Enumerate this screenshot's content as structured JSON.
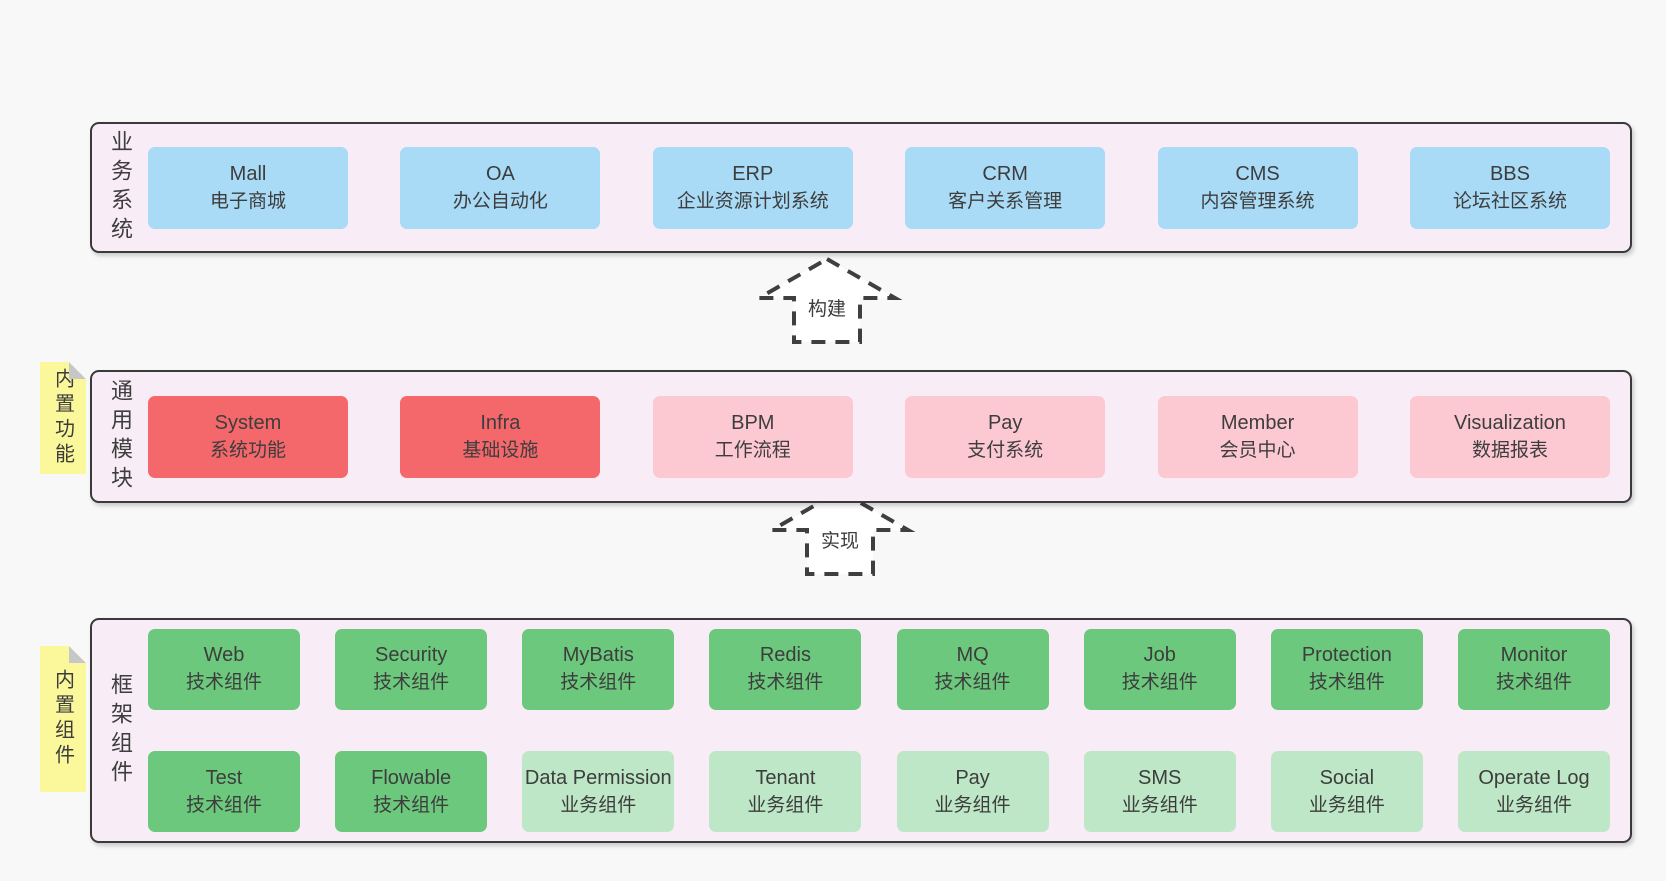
{
  "colors": {
    "page_bg": "#f8f8f8",
    "panel_bg": "#f8edf6",
    "panel_border": "#3a3a3a",
    "blue_box": "#a9dbf6",
    "red_box": "#f4686c",
    "pink_box": "#fcc9d3",
    "green_box": "#6cc87c",
    "light_green_box": "#bde7c6",
    "sticky_note": "#fbf89c",
    "text": "#3d3d3d"
  },
  "arrows": [
    {
      "label": "构建"
    },
    {
      "label": "实现"
    }
  ],
  "sections": [
    {
      "label": "业务系统",
      "boxes": [
        {
          "en": "Mall",
          "zh": "电子商城",
          "variant": "blue"
        },
        {
          "en": "OA",
          "zh": "办公自动化",
          "variant": "blue"
        },
        {
          "en": "ERP",
          "zh": "企业资源计划系统",
          "variant": "blue"
        },
        {
          "en": "CRM",
          "zh": "客户关系管理",
          "variant": "blue"
        },
        {
          "en": "CMS",
          "zh": "内容管理系统",
          "variant": "blue"
        },
        {
          "en": "BBS",
          "zh": "论坛社区系统",
          "variant": "blue"
        }
      ]
    },
    {
      "label": "通用模块",
      "note": "内置功能",
      "boxes": [
        {
          "en": "System",
          "zh": "系统功能",
          "variant": "red"
        },
        {
          "en": "Infra",
          "zh": "基础设施",
          "variant": "red"
        },
        {
          "en": "BPM",
          "zh": "工作流程",
          "variant": "pink"
        },
        {
          "en": "Pay",
          "zh": "支付系统",
          "variant": "pink"
        },
        {
          "en": "Member",
          "zh": "会员中心",
          "variant": "pink"
        },
        {
          "en": "Visualization",
          "zh": "数据报表",
          "variant": "pink"
        }
      ]
    },
    {
      "label": "框架组件",
      "note": "内置组件",
      "rows": [
        {
          "boxes": [
            {
              "en": "Web",
              "zh": "技术组件",
              "variant": "green"
            },
            {
              "en": "Security",
              "zh": "技术组件",
              "variant": "green"
            },
            {
              "en": "MyBatis",
              "zh": "技术组件",
              "variant": "green"
            },
            {
              "en": "Redis",
              "zh": "技术组件",
              "variant": "green"
            },
            {
              "en": "MQ",
              "zh": "技术组件",
              "variant": "green"
            },
            {
              "en": "Job",
              "zh": "技术组件",
              "variant": "green"
            },
            {
              "en": "Protection",
              "zh": "技术组件",
              "variant": "green"
            },
            {
              "en": "Monitor",
              "zh": "技术组件",
              "variant": "green"
            }
          ]
        },
        {
          "boxes": [
            {
              "en": "Test",
              "zh": "技术组件",
              "variant": "green"
            },
            {
              "en": "Flowable",
              "zh": "技术组件",
              "variant": "green"
            },
            {
              "en": "Data Permission",
              "zh": "业务组件",
              "variant": "lightgreen"
            },
            {
              "en": "Tenant",
              "zh": "业务组件",
              "variant": "lightgreen"
            },
            {
              "en": "Pay",
              "zh": "业务组件",
              "variant": "lightgreen"
            },
            {
              "en": "SMS",
              "zh": "业务组件",
              "variant": "lightgreen"
            },
            {
              "en": "Social",
              "zh": "业务组件",
              "variant": "lightgreen"
            },
            {
              "en": "Operate Log",
              "zh": "业务组件",
              "variant": "lightgreen"
            }
          ]
        }
      ]
    }
  ]
}
